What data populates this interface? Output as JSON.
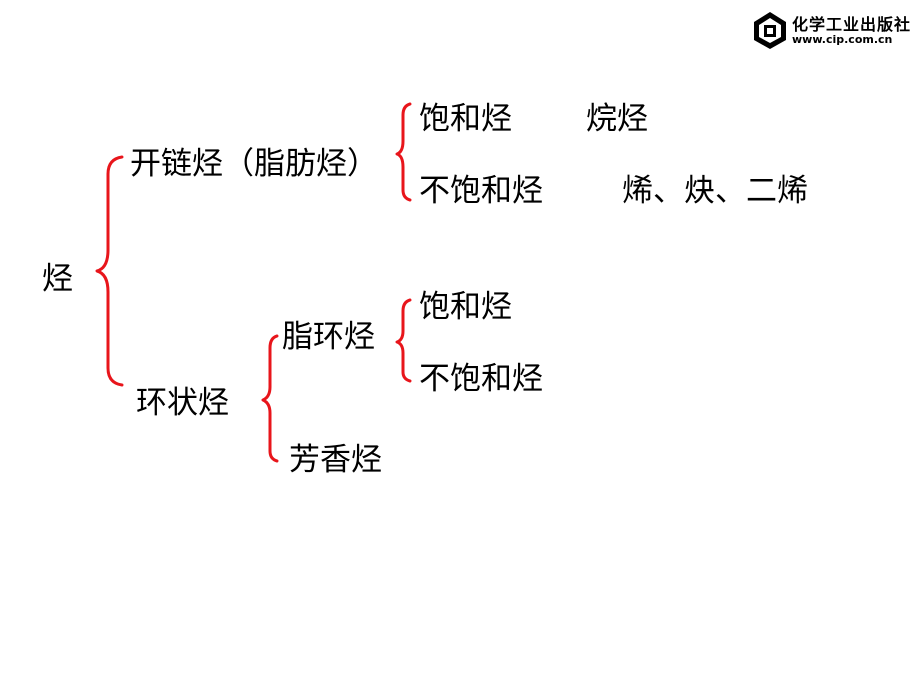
{
  "logo": {
    "name": "化学工业出版社",
    "url": "www.cip.com.cn"
  },
  "colors": {
    "brace": "#e8151b",
    "text": "#000000"
  },
  "tree": {
    "root": "烃",
    "open_chain": "开链烃（脂肪烃）",
    "saturated_1": "饱和烃",
    "alkane": "烷烃",
    "unsaturated_1": "不饱和烃",
    "unsaturated_examples": "烯、炔、二烯",
    "cyclic": "环状烃",
    "alicyclic": "脂环烃",
    "saturated_2": "饱和烃",
    "unsaturated_2": "不饱和烃",
    "aromatic": "芳香烃"
  }
}
